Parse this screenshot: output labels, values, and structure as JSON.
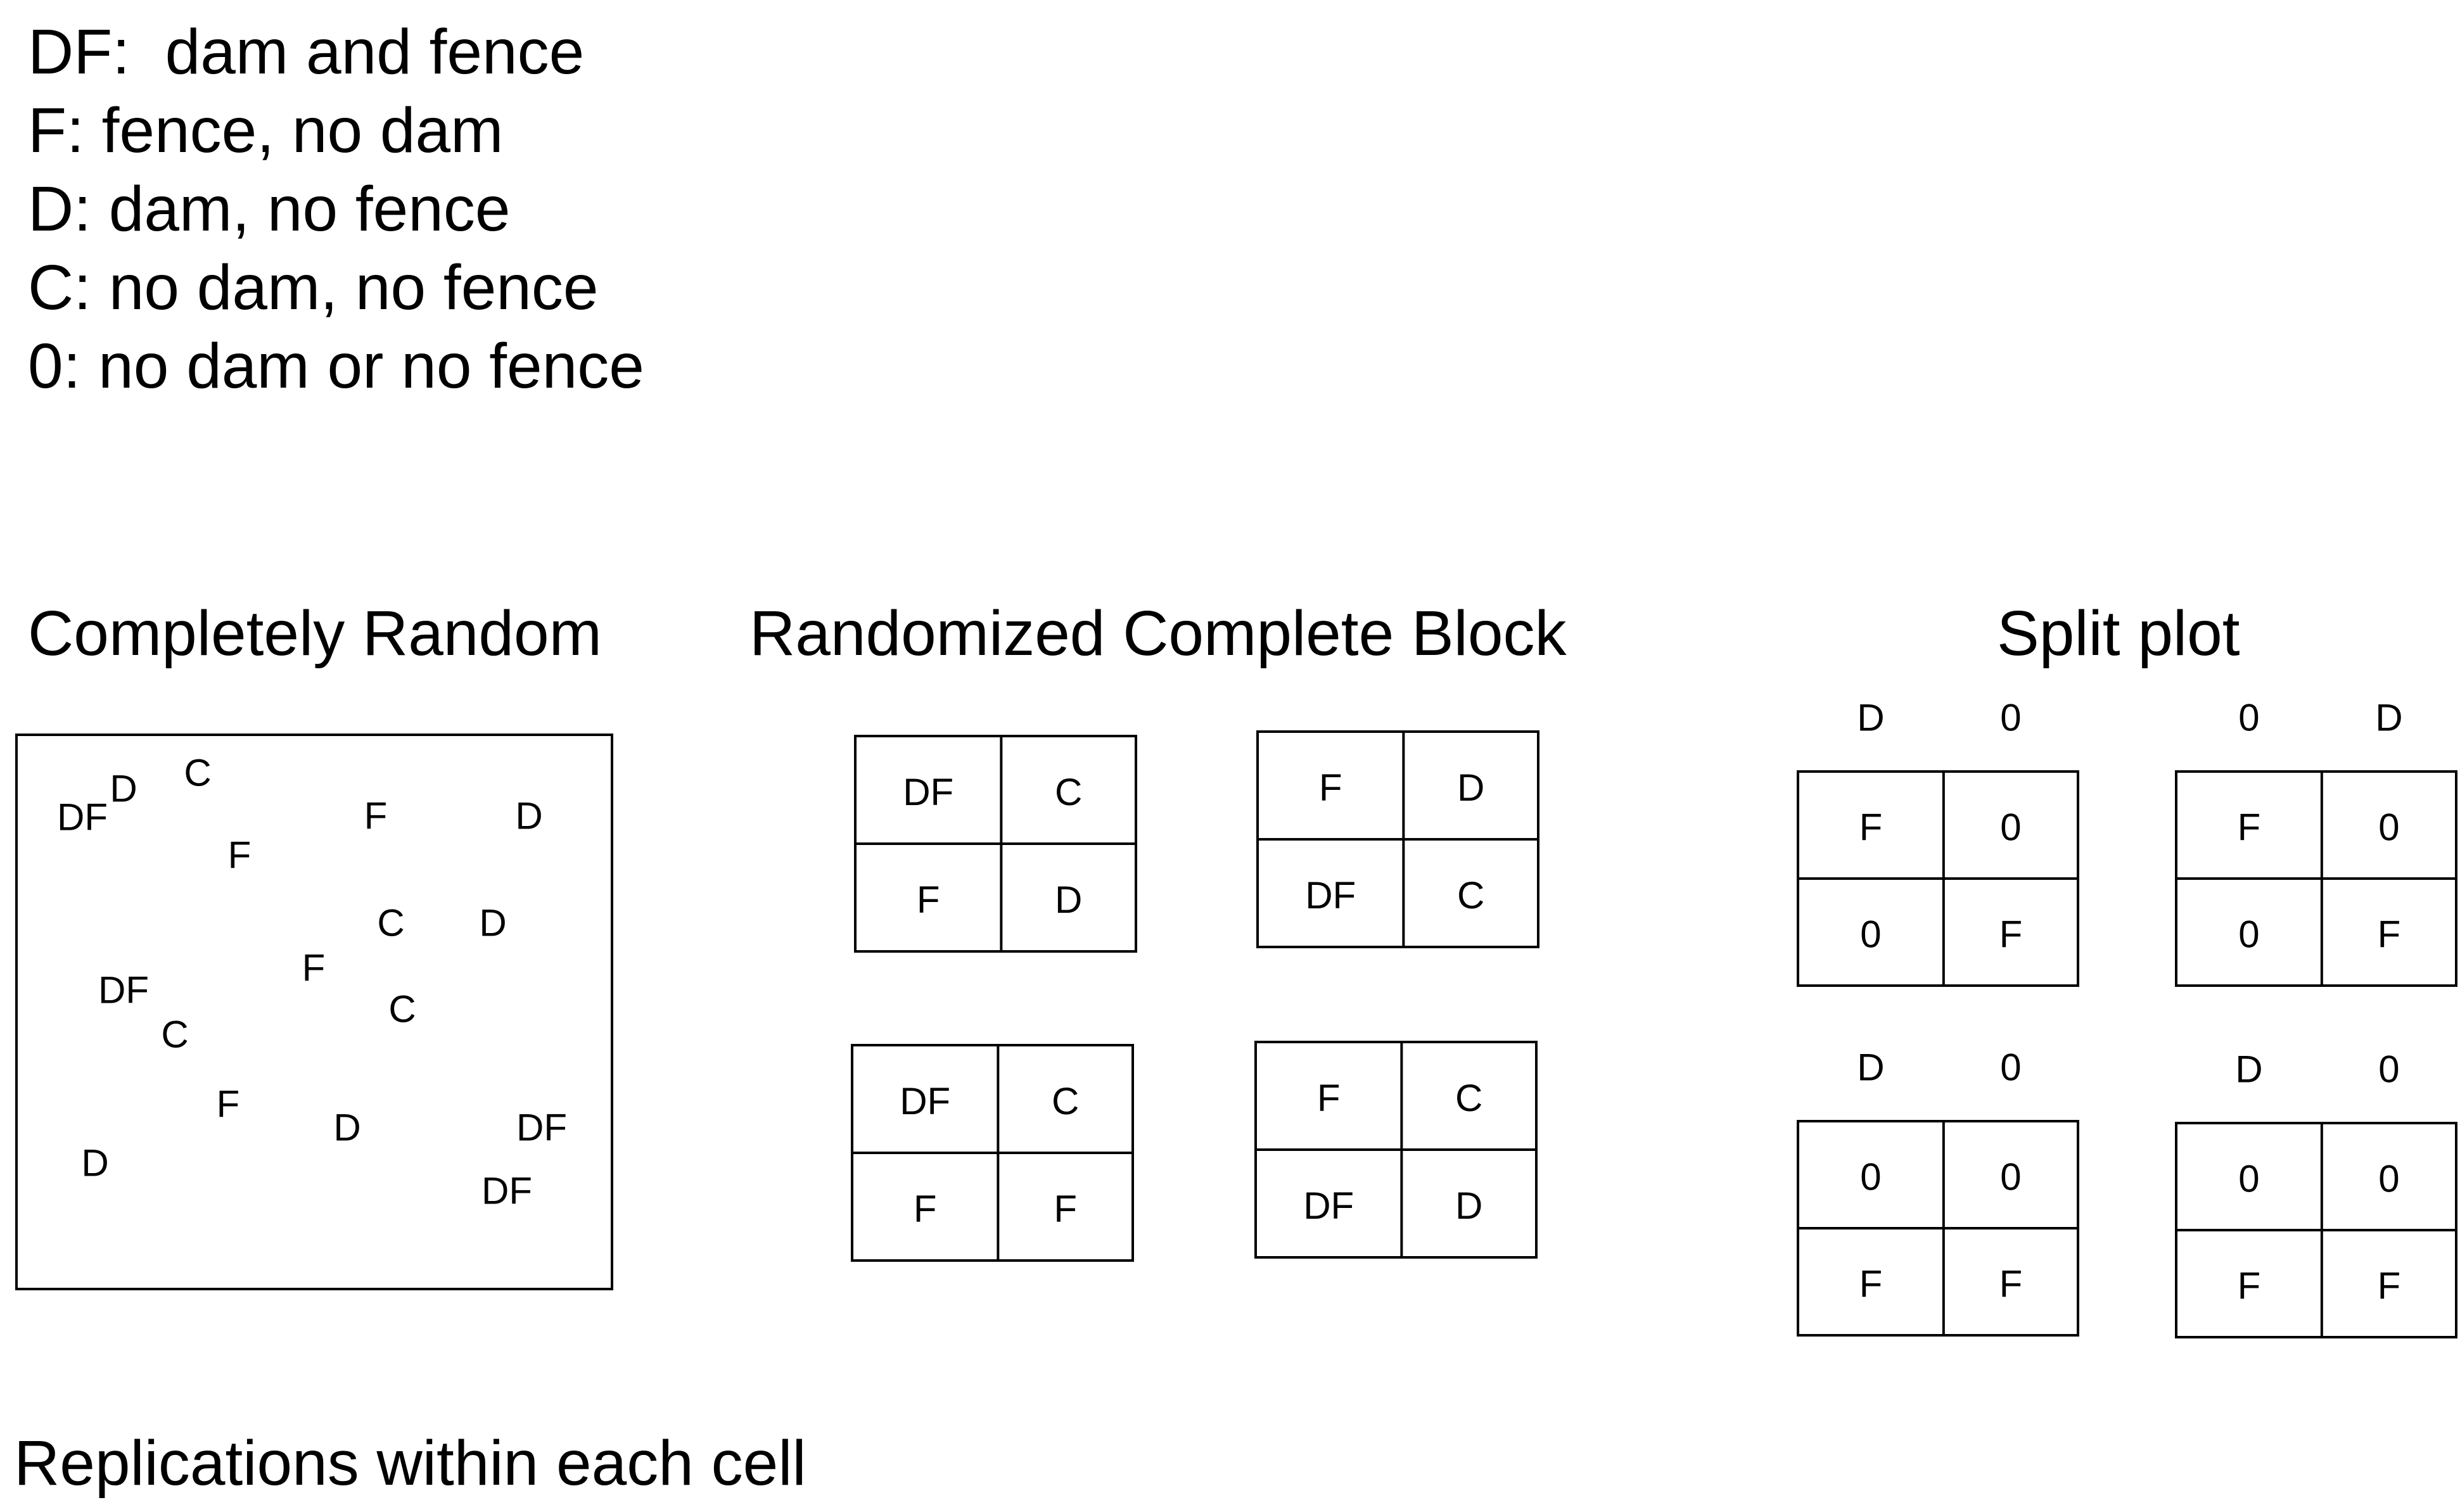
{
  "legend": [
    "DF:  dam and fence",
    "F: fence, no dam",
    "D: dam, no fence",
    "C: no dam, no fence",
    "0: no dam or no fence"
  ],
  "titles": {
    "completely_random": "Completely Random",
    "rcb": "Randomized Complete Block",
    "split_plot": "Split plot",
    "footer": "Replications within each cell"
  },
  "completely_random_labels": [
    "DF",
    "D",
    "C",
    "F",
    "D",
    "F",
    "C",
    "D",
    "DF",
    "F",
    "C",
    "C",
    "F",
    "D",
    "DF",
    "D",
    "DF"
  ],
  "rcb_blocks": [
    [
      "DF",
      "C",
      "F",
      "D"
    ],
    [
      "F",
      "D",
      "DF",
      "C"
    ],
    [
      "DF",
      "C",
      "F",
      "F"
    ],
    [
      "F",
      "C",
      "DF",
      "D"
    ]
  ],
  "split_plots": [
    {
      "headers": [
        "D",
        "0"
      ],
      "cells": [
        "F",
        "0",
        "0",
        "F"
      ]
    },
    {
      "headers": [
        "0",
        "D"
      ],
      "cells": [
        "F",
        "0",
        "0",
        "F"
      ]
    },
    {
      "headers": [
        "D",
        "0"
      ],
      "cells": [
        "0",
        "0",
        "F",
        "F"
      ]
    },
    {
      "headers": [
        "D",
        "0"
      ],
      "cells": [
        "0",
        "0",
        "F",
        "F"
      ]
    }
  ]
}
